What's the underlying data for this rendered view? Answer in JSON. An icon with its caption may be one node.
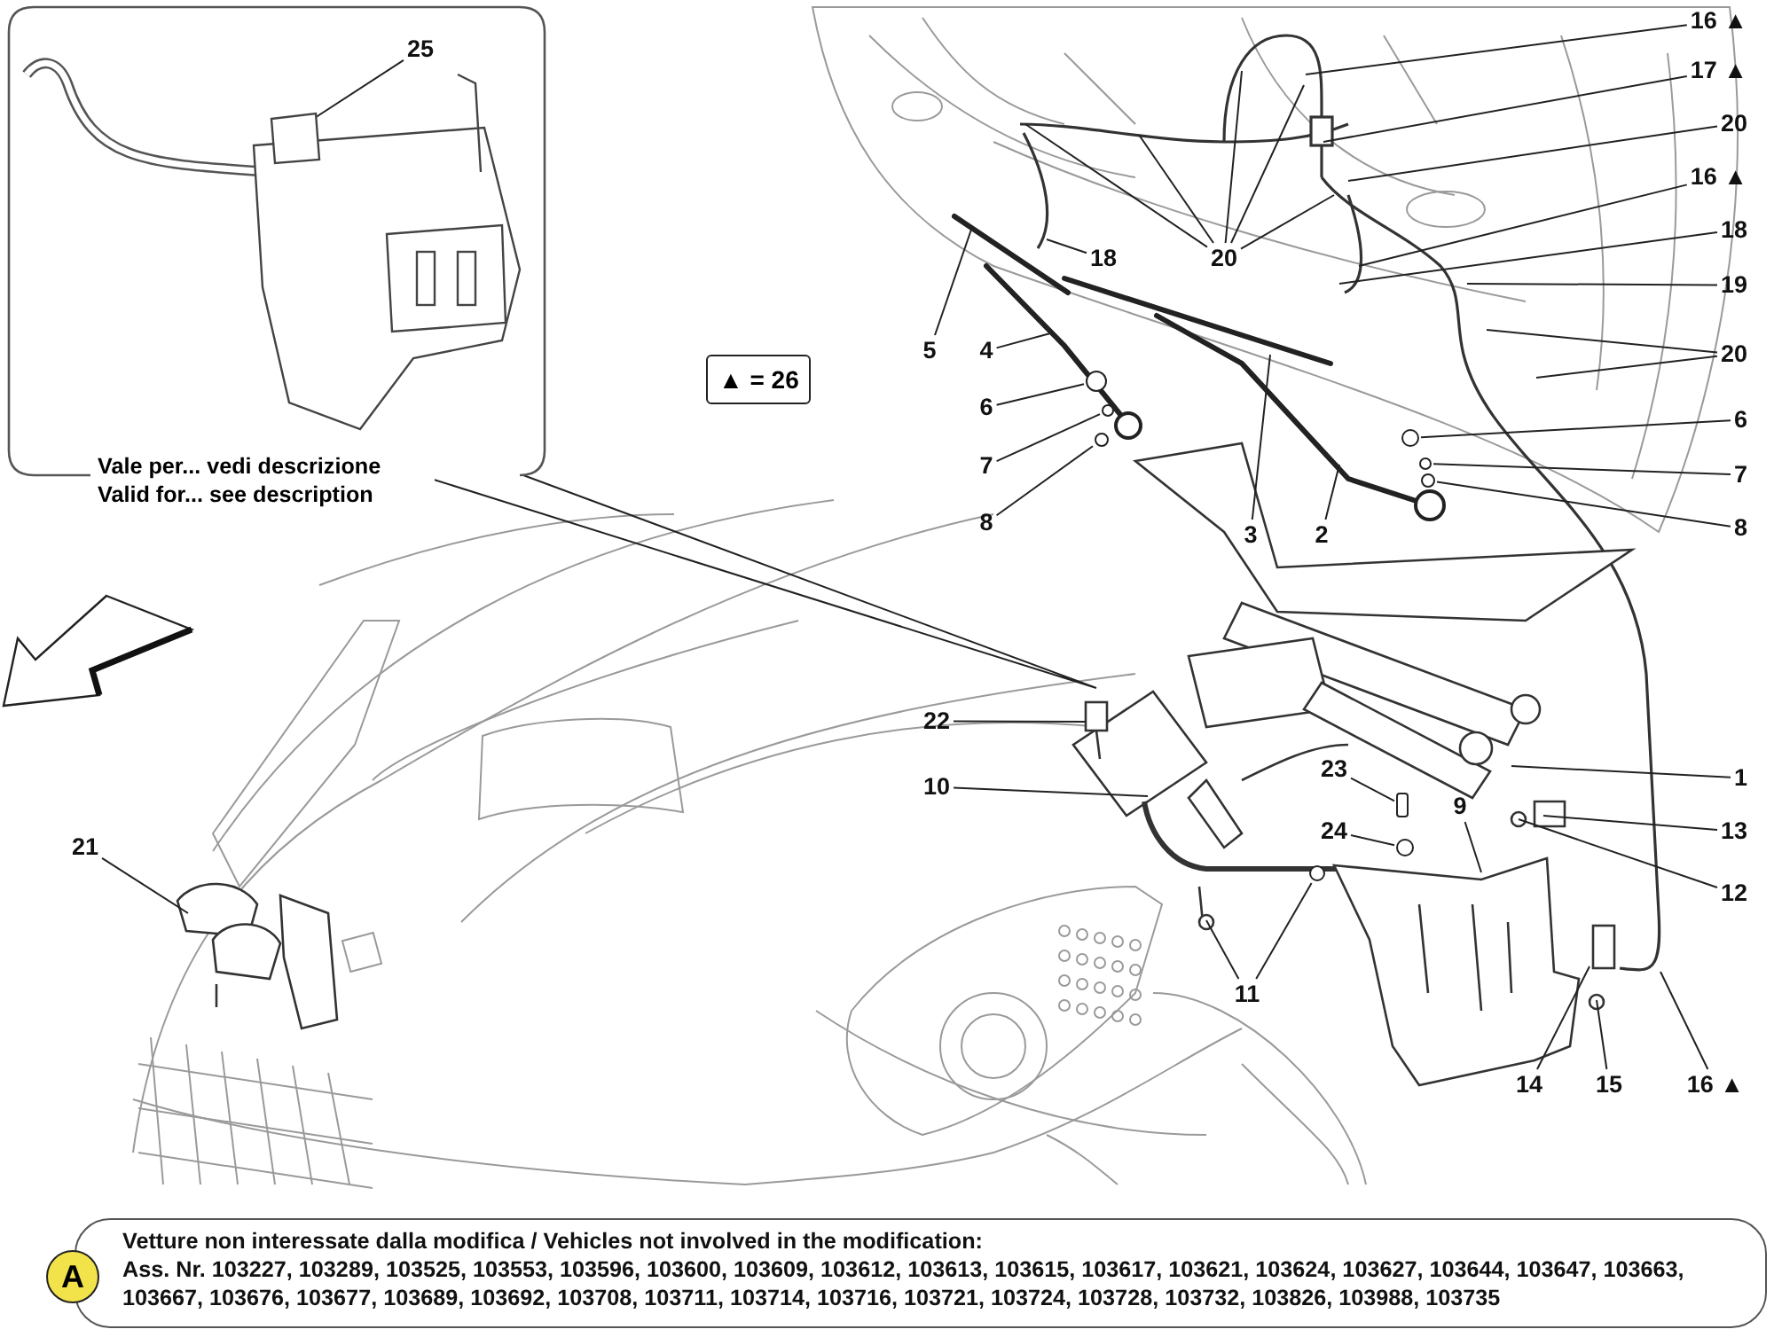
{
  "diagram": {
    "nodes": [
      {
        "text": [
          "Vale per... vedi descrizione Valid for... see description"
        ]
      },
      {
        "text": [
          "25"
        ],
        "in": 0
      },
      {
        "text": [
          "16 ▲"
        ]
      },
      {
        "text": [
          "17 ▲"
        ]
      },
      {
        "text": [
          "20"
        ]
      },
      {
        "text": [
          "16 ▲"
        ]
      },
      {
        "text": [
          "18"
        ]
      },
      {
        "text": [
          "18"
        ]
      },
      {
        "text": [
          "20"
        ]
      },
      {
        "text": [
          "19"
        ]
      },
      {
        "text": [
          "5"
        ]
      },
      {
        "text": [
          "4"
        ]
      },
      {
        "text": [
          "20"
        ]
      },
      {
        "text": [
          "▲ = 26"
        ]
      },
      {
        "text": [
          "6"
        ]
      },
      {
        "text": [
          "6"
        ]
      },
      {
        "text": [
          "7"
        ]
      },
      {
        "text": [
          "7"
        ]
      },
      {
        "text": [
          "8"
        ]
      },
      {
        "text": [
          "8"
        ]
      },
      {
        "text": [
          "3"
        ]
      },
      {
        "text": [
          "2"
        ]
      },
      {
        "text": [
          "22"
        ]
      },
      {
        "text": [
          "1"
        ]
      },
      {
        "text": [
          "10"
        ]
      },
      {
        "text": [
          "23"
        ]
      },
      {
        "text": [
          "9"
        ]
      },
      {
        "text": [
          "13"
        ]
      },
      {
        "text": [
          "24"
        ]
      },
      {
        "text": [
          "21"
        ]
      },
      {
        "text": [
          "12"
        ]
      },
      {
        "text": [
          "11"
        ]
      },
      {
        "text": [
          "14"
        ]
      },
      {
        "text": [
          "15"
        ]
      },
      {
        "text": [
          "16 ▲"
        ]
      },
      {
        "text": [
          "Vetture non interessate dalla modifica / Vehicles not involved in the modification:",
          "Ass. Nr. 103227, 103289, 103525, 103553, 103596, 103600, 103609, 103612, 103613, 103615, 103617, 103621, 103624, 103627, 103644, 103647, 103663, 103667, 103676, 103677, 103689, 103692, 103708, 103711, 103714, 103716, 103721, 103724, 103728, 103732, 103826, 103988, 103735"
        ]
      },
      {
        "text": [
          "A"
        ]
      },
      {
        "text": [],
        "shape": "circle"
      },
      {
        "text": [],
        "shape": "circle"
      },
      {
        "text": [],
        "shape": "circle"
      },
      {
        "text": [],
        "shape": "circle"
      },
      {
        "text": [],
        "shape": "circle"
      },
      {
        "text": [],
        "shape": "circle"
      },
      {
        "text": [],
        "shape": "circle"
      },
      {
        "text": [],
        "shape": "circle"
      },
      {
        "text": [],
        "shape": "box"
      }
    ],
    "edges": [
      {
        "from": 0,
        "to": null,
        "arrow": "none"
      },
      {
        "from": 1,
        "to": null,
        "arrow": "none"
      },
      {
        "from": 2,
        "to": null,
        "arrow": "none"
      },
      {
        "from": 3,
        "to": null,
        "arrow": "none"
      },
      {
        "from": 4,
        "to": null,
        "arrow": "none"
      },
      {
        "from": 5,
        "to": null,
        "arrow": "none"
      },
      {
        "from": 6,
        "to": null,
        "arrow": "none"
      },
      {
        "from": 7,
        "to": null,
        "arrow": "none"
      },
      {
        "from": 8,
        "to": null,
        "arrow": "none"
      },
      {
        "from": 8,
        "to": null,
        "arrow": "none"
      },
      {
        "from": 8,
        "to": null,
        "arrow": "none"
      },
      {
        "from": 8,
        "to": null,
        "arrow": "none"
      },
      {
        "from": 8,
        "to": null,
        "arrow": "none"
      },
      {
        "from": 9,
        "to": null,
        "arrow": "none"
      },
      {
        "from": 10,
        "to": null,
        "arrow": "none"
      },
      {
        "from": 11,
        "to": null,
        "arrow": "none"
      },
      {
        "from": 12,
        "to": null,
        "arrow": "none"
      },
      {
        "from": 12,
        "to": null,
        "arrow": "none"
      },
      {
        "from": 14,
        "to": 37,
        "arrow": "none"
      },
      {
        "from": 15,
        "to": 38,
        "arrow": "none"
      },
      {
        "from": 16,
        "to": 39,
        "arrow": "none"
      },
      {
        "from": 17,
        "to": 40,
        "arrow": "none"
      },
      {
        "from": 18,
        "to": 41,
        "arrow": "none"
      },
      {
        "from": 19,
        "to": 42,
        "arrow": "none"
      },
      {
        "from": 20,
        "to": null,
        "arrow": "none"
      },
      {
        "from": 21,
        "to": null,
        "arrow": "none"
      },
      {
        "from": 22,
        "to": null,
        "arrow": "none"
      },
      {
        "from": 23,
        "to": null,
        "arrow": "none"
      },
      {
        "from": 24,
        "to": null,
        "arrow": "none"
      },
      {
        "from": 25,
        "to": 45,
        "arrow": "none"
      },
      {
        "from": 26,
        "to": null,
        "arrow": "none"
      },
      {
        "from": 27,
        "to": null,
        "arrow": "none"
      },
      {
        "from": 28,
        "to": 43,
        "arrow": "none"
      },
      {
        "from": 29,
        "to": null,
        "arrow": "none"
      },
      {
        "from": 30,
        "to": null,
        "arrow": "none"
      },
      {
        "from": 31,
        "to": null,
        "arrow": "none"
      },
      {
        "from": 31,
        "to": 44,
        "arrow": "none"
      },
      {
        "from": 32,
        "to": null,
        "arrow": "none"
      },
      {
        "from": 33,
        "to": null,
        "arrow": "none"
      },
      {
        "from": 34,
        "to": null,
        "arrow": "none"
      }
    ]
  }
}
